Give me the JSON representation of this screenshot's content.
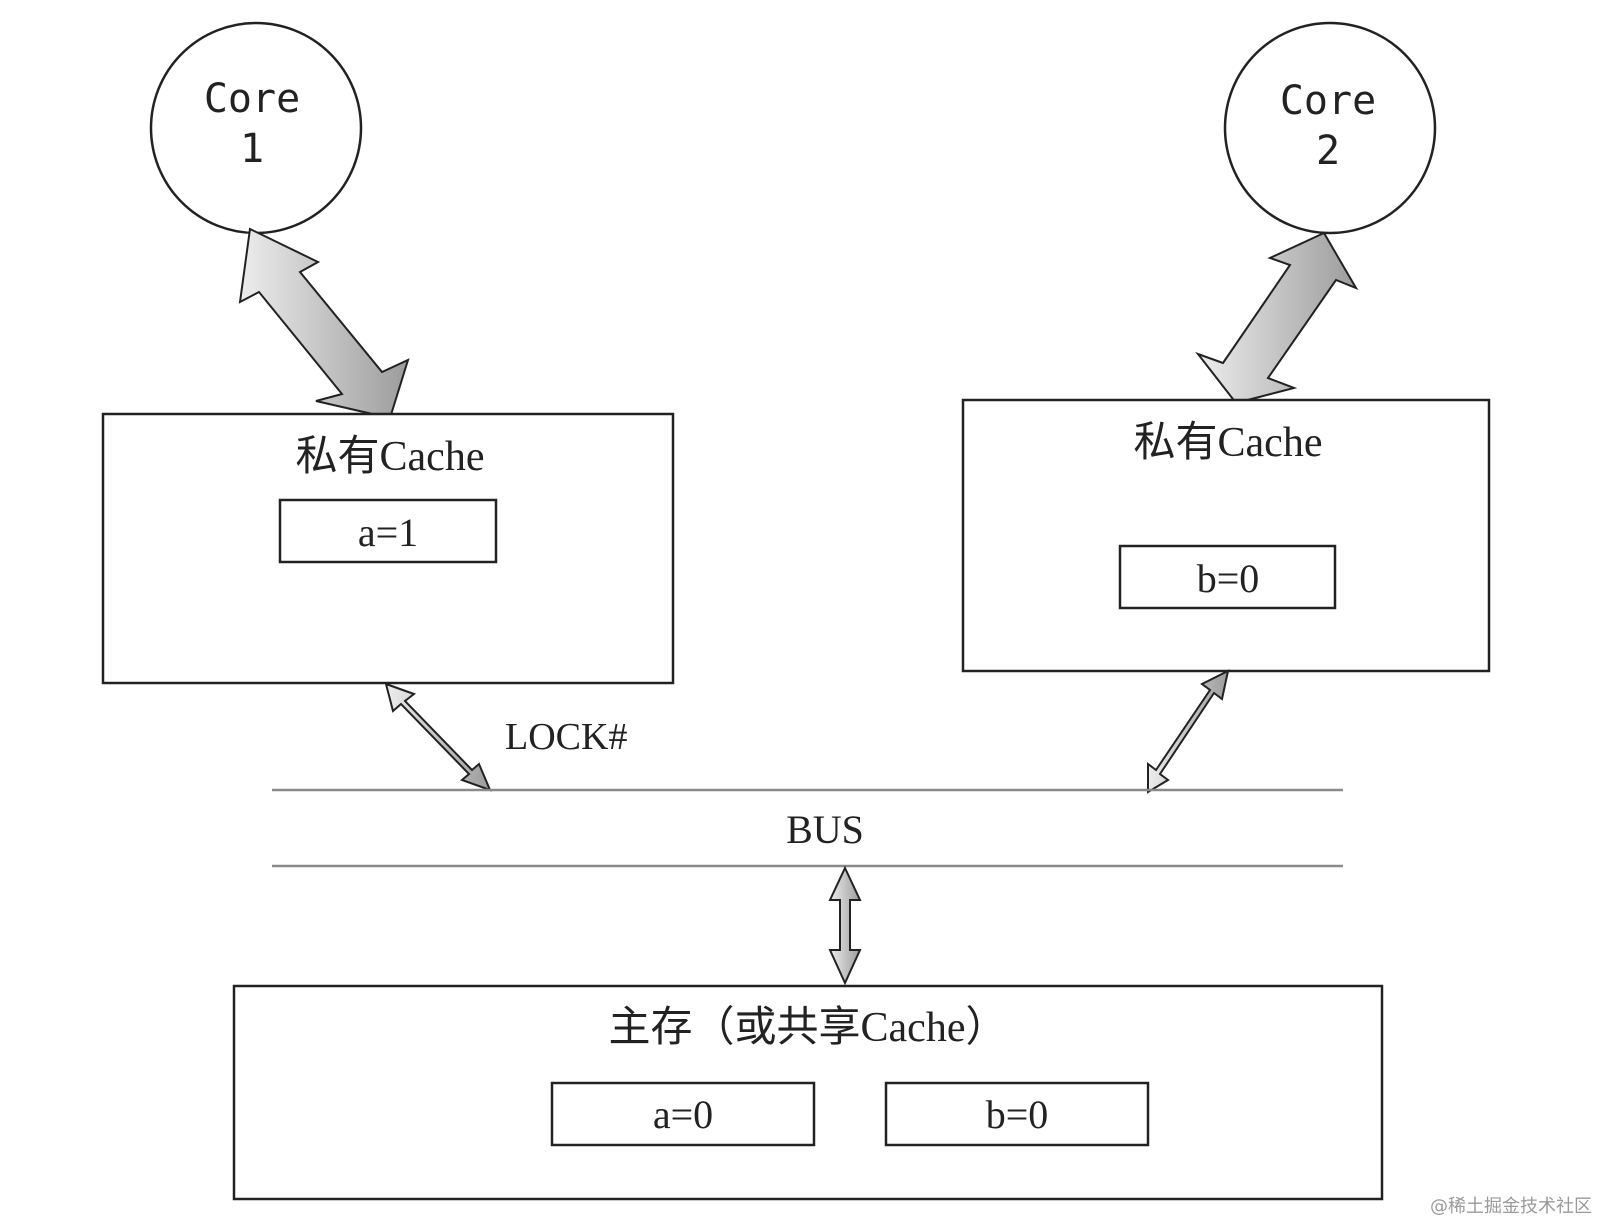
{
  "cores": [
    {
      "label_top": "Core",
      "label_bottom": "1"
    },
    {
      "label_top": "Core",
      "label_bottom": "2"
    }
  ],
  "caches": [
    {
      "title": "私有Cache",
      "value": "a=1"
    },
    {
      "title": "私有Cache",
      "value": "b=0"
    }
  ],
  "lock_label": "LOCK#",
  "bus_label": "BUS",
  "memory": {
    "title": "主存（或共享Cache）",
    "values": [
      "a=0",
      "b=0"
    ]
  },
  "watermark": "@稀土掘金技术社区",
  "colors": {
    "arrow_light": "#ededed",
    "arrow_dark": "#9c9c9c",
    "bus_line": "#8a8a8a",
    "stroke": "#222222"
  }
}
